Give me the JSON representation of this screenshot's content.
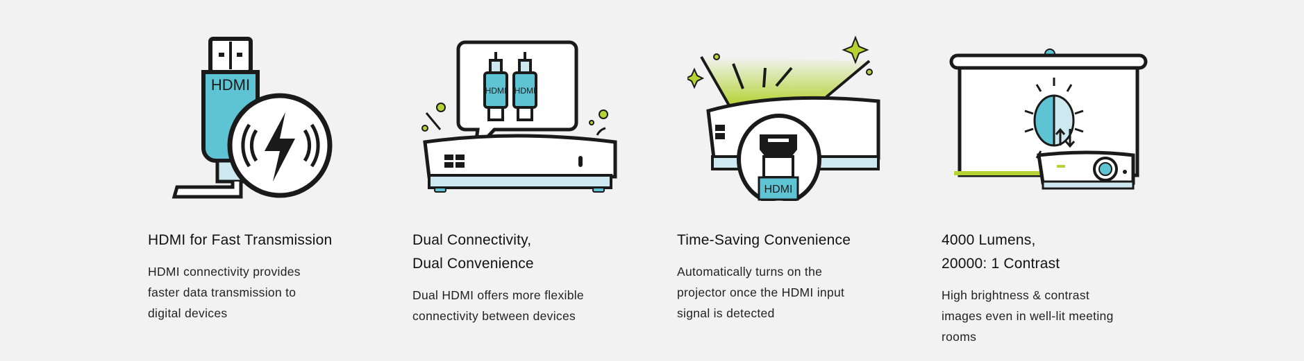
{
  "colors": {
    "background": "#f2f2f2",
    "teal": "#5ec4d3",
    "light_teal": "#cde9ef",
    "lime": "#b5d334",
    "outline": "#1a1a1a"
  },
  "features": [
    {
      "icon": "hdmi-fast-transmission-icon",
      "icon_labels": [
        "HDMI"
      ],
      "title_lines": [
        "HDMI for Fast Transmission"
      ],
      "body_lines": [
        "HDMI connectivity provides",
        "faster data transmission to",
        "digital devices"
      ]
    },
    {
      "icon": "dual-hdmi-icon",
      "icon_labels": [
        "HDMI",
        "HDMI"
      ],
      "title_lines": [
        "Dual Connectivity,",
        "Dual Convenience"
      ],
      "body_lines": [
        "Dual HDMI offers more flexible",
        "connectivity between devices"
      ]
    },
    {
      "icon": "auto-power-on-icon",
      "icon_labels": [
        "HDMI"
      ],
      "title_lines": [
        "Time-Saving Convenience"
      ],
      "body_lines": [
        "Automatically turns on the",
        "projector once the HDMI input",
        "signal is detected"
      ]
    },
    {
      "icon": "brightness-contrast-icon",
      "icon_labels": [],
      "title_lines": [
        "4000 Lumens,",
        "20000: 1 Contrast"
      ],
      "body_lines": [
        "High brightness & contrast",
        "images even in well-lit meeting",
        "rooms"
      ]
    }
  ]
}
